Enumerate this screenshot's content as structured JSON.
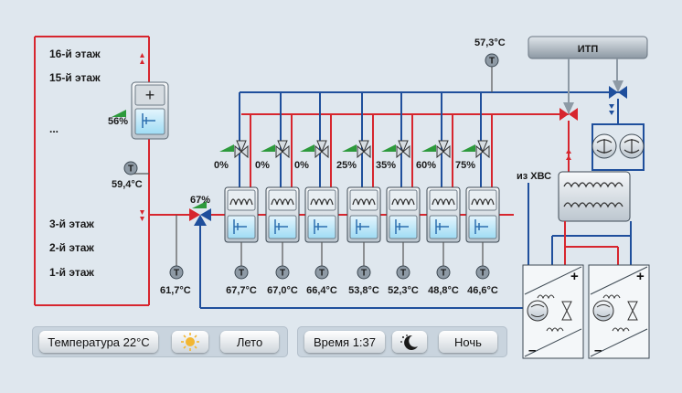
{
  "floors": {
    "f16": "16-й этаж",
    "f15": "15-й этаж",
    "dots": "...",
    "f3": "3-й этаж",
    "f2": "2-й этаж",
    "f1": "1-й этаж"
  },
  "itp": {
    "label": "ИТП"
  },
  "hvs": {
    "label": "из ХВС"
  },
  "sensor_symbol": "T",
  "temps": {
    "top": "57,3°C",
    "left": "59,4°C",
    "mix": "61,7°C"
  },
  "floor_unit": {
    "valve": "56%",
    "plus": "+"
  },
  "mixer_valve": "67%",
  "sections": [
    {
      "valve": "0%",
      "temp": "67,7°C"
    },
    {
      "valve": "0%",
      "temp": "67,0°C"
    },
    {
      "valve": "0%",
      "temp": "66,4°C"
    },
    {
      "valve": "25%",
      "temp": "53,8°C"
    },
    {
      "valve": "35%",
      "temp": "52,3°C"
    },
    {
      "valve": "60%",
      "temp": "48,8°C"
    },
    {
      "valve": "75%",
      "temp": "46,6°C"
    }
  ],
  "storage": {
    "plus": "+",
    "minus": "–"
  },
  "controls": {
    "temperature": "Температура 22°C",
    "summer": "Лето",
    "time": "Время 1:37",
    "night": "Ночь"
  },
  "icons": [
    "sun-icon",
    "moon-icon",
    "temperature-sensor-icon",
    "valve-icon",
    "heat-exchanger-icon",
    "pump-icon",
    "arrow-up-icon",
    "arrow-down-icon"
  ],
  "colors": {
    "hot": "#d7262e",
    "cold": "#1f4f9c",
    "green": "#2d9a3c",
    "panel": "#c9d4de"
  }
}
